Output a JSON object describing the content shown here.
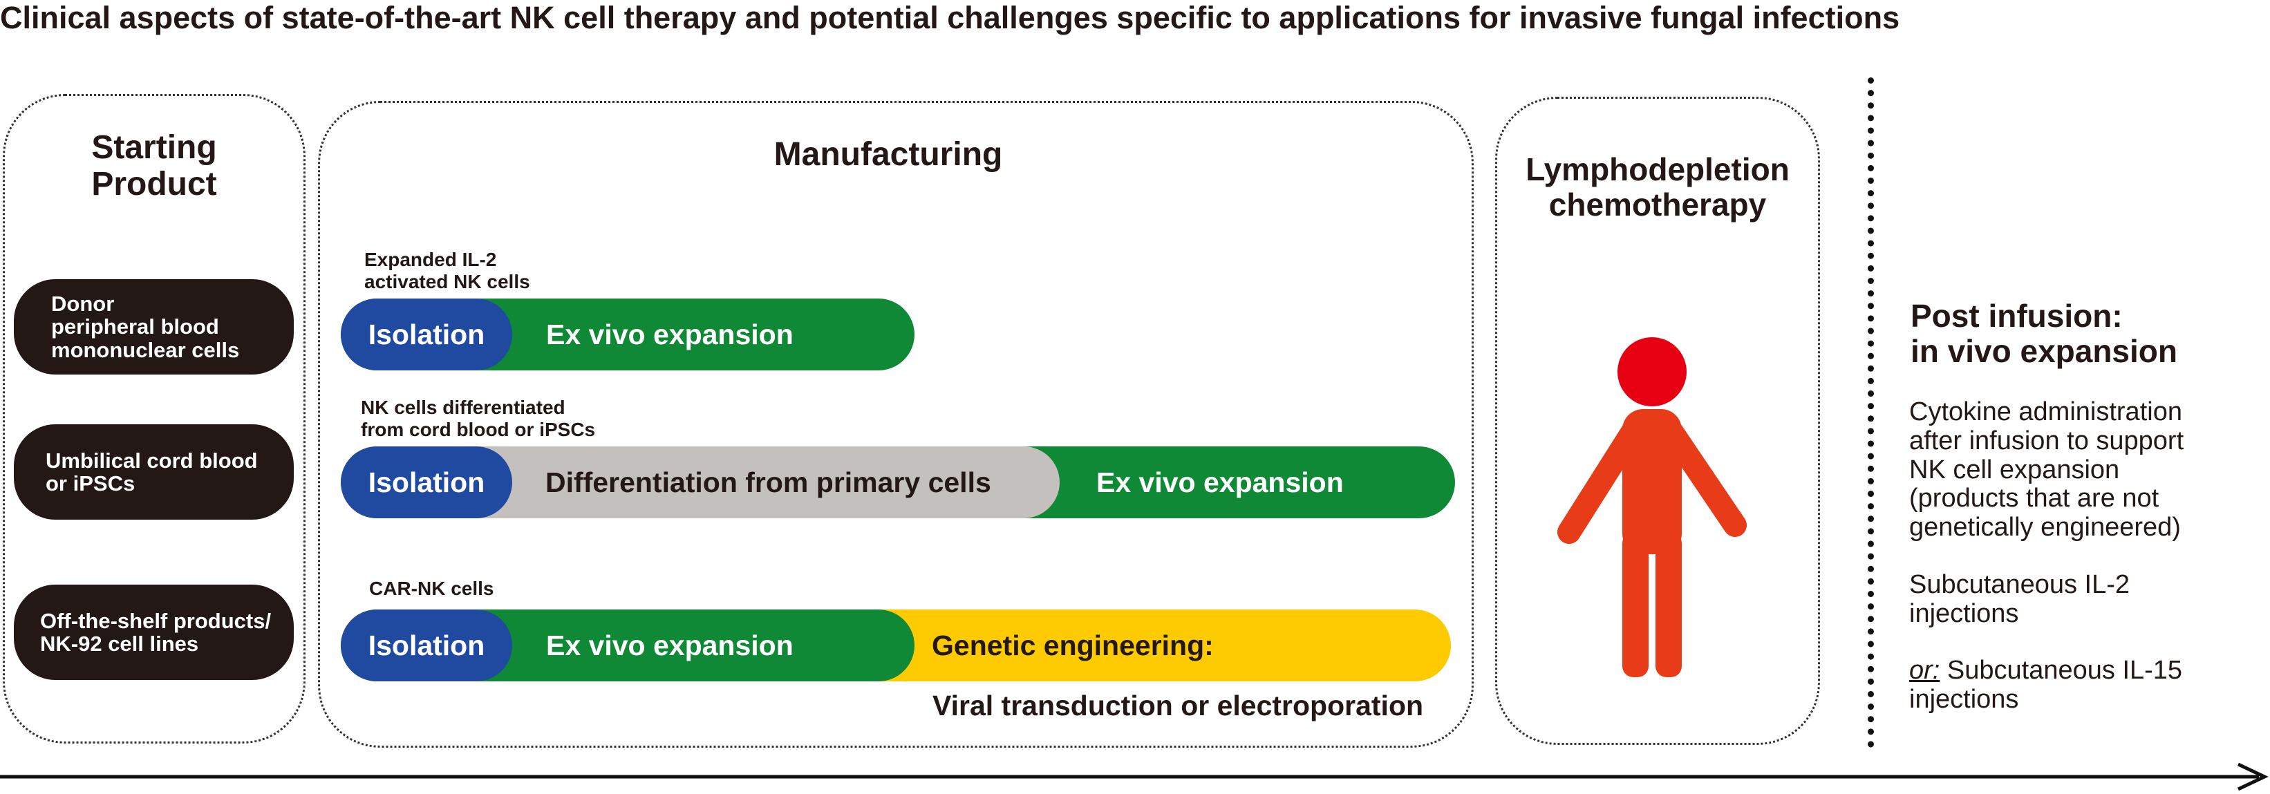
{
  "title": "Clinical aspects of state-of-the-art NK cell therapy and potential challenges specific to applications for invasive fungal infections",
  "starting_product": {
    "heading_line1": "Starting",
    "heading_line2": "Product",
    "items": [
      {
        "line1": "Donor",
        "line2": "peripheral blood",
        "line3": "mononuclear cells"
      },
      {
        "line1": "Umbilical cord blood",
        "line2": "or iPSCs"
      },
      {
        "line1": "Off-the-shelf products/",
        "line2": "NK-92 cell lines"
      }
    ]
  },
  "manufacturing": {
    "heading": "Manufacturing",
    "rows": [
      {
        "label_line1": "Expanded IL-2",
        "label_line2": "activated NK cells",
        "segments": [
          "Isolation",
          "Ex vivo expansion"
        ]
      },
      {
        "label_line1": "NK cells differentiated",
        "label_line2": "from cord blood or iPSCs",
        "segments": [
          "Isolation",
          "Differentiation from primary cells",
          "Ex vivo expansion"
        ]
      },
      {
        "label_line1": "CAR-NK cells",
        "segments": [
          "Isolation",
          "Ex vivo expansion",
          "Genetic engineering:"
        ],
        "sub_label": "Viral transduction or electroporation"
      }
    ]
  },
  "lymphodepletion": {
    "heading_line1": "Lymphodepletion",
    "heading_line2": "chemotherapy"
  },
  "post_infusion": {
    "heading_line1": "Post infusion:",
    "heading_line2": "in vivo expansion",
    "text1": [
      "Cytokine administration",
      "after infusion to support",
      "NK cell expansion",
      "(products that are not",
      "genetically engineered)"
    ],
    "text2": [
      "Subcutaneous IL-2",
      "injections"
    ],
    "text3_or": "or:",
    "text3_rest": " Subcutaneous IL-15",
    "text3_line2": "injections"
  },
  "colors": {
    "blue": "#1f4aa0",
    "green": "#108937",
    "grey": "#c3c0bd",
    "yellow": "#fecb00",
    "dark": "#231815",
    "person_head": "#e60012",
    "person_body": "#e83c18"
  },
  "icons": [
    "person-icon",
    "timeline-arrow-icon"
  ]
}
